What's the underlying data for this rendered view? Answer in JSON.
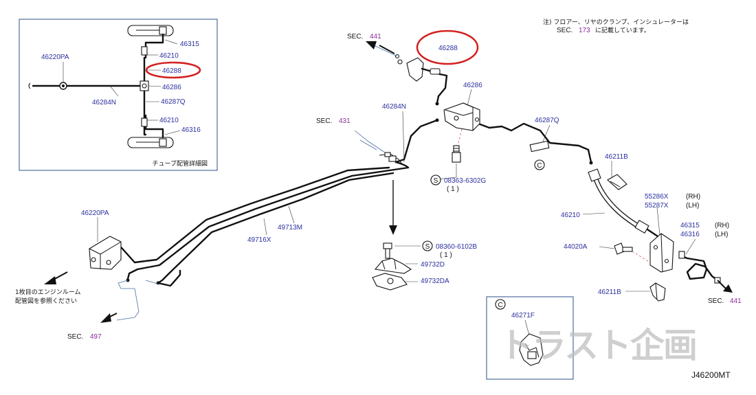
{
  "note": {
    "line1": "注) フロアー、リヤのクランプ、インシュレーターは",
    "line2_prefix": "SEC.",
    "line2_num": "173",
    "line2_suffix": "に記載しています。"
  },
  "detail_inset": {
    "caption": "チューブ配管詳細図",
    "labels": {
      "p46315": "46315",
      "p46210a": "46210",
      "p46288": "46288",
      "p46286": "46286",
      "p46287q": "46287Q",
      "p46210b": "46210",
      "p46316": "46316",
      "p46220pa": "46220PA",
      "p46284n": "46284N"
    }
  },
  "sections": {
    "sec441_top": {
      "prefix": "SEC.",
      "num": "441"
    },
    "sec431": {
      "prefix": "SEC.",
      "num": "431"
    },
    "sec497": {
      "prefix": "SEC.",
      "num": "497"
    },
    "sec441_right": {
      "prefix": "SEC.",
      "num": "441"
    }
  },
  "parts": {
    "p46288": "46288",
    "p46286": "46286",
    "p46284n": "46284N",
    "p46287q": "46287Q",
    "p46211b_top": "46211B",
    "p55286x": "55286X",
    "p55287x": "55287X",
    "rh1": "(RH)",
    "lh1": "(LH)",
    "p46210": "46210",
    "p46315": "46315",
    "p46316": "46316",
    "rh2": "(RH)",
    "lh2": "(LH)",
    "p44020a": "44020A",
    "p46211b_bot": "46211B",
    "p46220pa": "46220PA",
    "p49716x": "49716X",
    "p49713m": "49713M",
    "p49732d": "49732D",
    "p49732da": "49732DA",
    "bolt1_code": "08363-6302G",
    "bolt1_qty": "( 1 )",
    "bolt2_code": "08360-6102B",
    "bolt2_qty": "( 1 )",
    "s_mark": "S",
    "c_mark": "C",
    "p46271f": "46271F"
  },
  "engine_note": {
    "line1": "1枚目のエンジンルーム",
    "line2": "配管図を参照ください"
  },
  "diagram_code": "J46200MT",
  "watermark": "トラスト企画",
  "colors": {
    "part_number": "#2b2f9e",
    "section_number": "#8a2a9a",
    "highlight": "#d42020"
  }
}
